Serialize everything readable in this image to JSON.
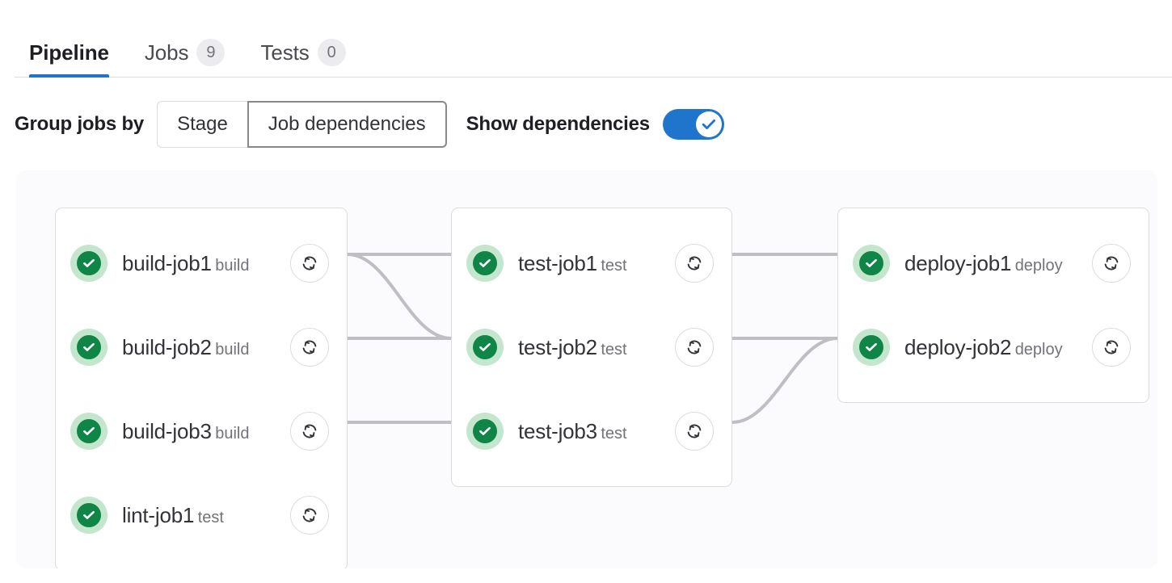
{
  "tabs": [
    {
      "label": "Pipeline",
      "badge": null,
      "active": true,
      "name": "tab-pipeline"
    },
    {
      "label": "Jobs",
      "badge": "9",
      "active": false,
      "name": "tab-jobs"
    },
    {
      "label": "Tests",
      "badge": "0",
      "active": false,
      "name": "tab-tests"
    }
  ],
  "controls": {
    "group_jobs_by_label": "Group jobs by",
    "segmented_options": [
      {
        "label": "Stage",
        "selected": false
      },
      {
        "label": "Job dependencies",
        "selected": true
      }
    ],
    "show_dependencies_label": "Show dependencies",
    "show_dependencies_on": true
  },
  "graph": {
    "columns": [
      {
        "name": "column-build",
        "jobs": [
          {
            "name": "build-job1",
            "stage": "build",
            "status": "success",
            "action": "retry"
          },
          {
            "name": "build-job2",
            "stage": "build",
            "status": "success",
            "action": "retry"
          },
          {
            "name": "build-job3",
            "stage": "build",
            "status": "success",
            "action": "retry"
          },
          {
            "name": "lint-job1",
            "stage": "test",
            "status": "success",
            "action": "retry"
          }
        ]
      },
      {
        "name": "column-test",
        "jobs": [
          {
            "name": "test-job1",
            "stage": "test",
            "status": "success",
            "action": "retry"
          },
          {
            "name": "test-job2",
            "stage": "test",
            "status": "success",
            "action": "retry"
          },
          {
            "name": "test-job3",
            "stage": "test",
            "status": "success",
            "action": "retry"
          }
        ]
      },
      {
        "name": "column-deploy",
        "jobs": [
          {
            "name": "deploy-job1",
            "stage": "deploy",
            "status": "success",
            "action": "retry"
          },
          {
            "name": "deploy-job2",
            "stage": "deploy",
            "status": "success",
            "action": "retry"
          }
        ]
      }
    ],
    "links": [
      {
        "from": "build-job1",
        "to": "test-job1",
        "shape": "straight"
      },
      {
        "from": "build-job1",
        "to": "test-job2",
        "shape": "curve-down"
      },
      {
        "from": "build-job2",
        "to": "test-job2",
        "shape": "straight"
      },
      {
        "from": "build-job3",
        "to": "test-job3",
        "shape": "straight"
      },
      {
        "from": "test-job1",
        "to": "deploy-job1",
        "shape": "straight"
      },
      {
        "from": "test-job2",
        "to": "deploy-job2",
        "shape": "straight"
      },
      {
        "from": "test-job3",
        "to": "deploy-job2",
        "shape": "curve-up"
      }
    ]
  },
  "colors": {
    "accent": "#1f75cb",
    "success": "#108548",
    "success_halo": "#c3e6cd",
    "link": "#bfbfc3",
    "graph_bg": "#fbfafd",
    "border": "#dcdcde",
    "muted_text": "#737278"
  }
}
